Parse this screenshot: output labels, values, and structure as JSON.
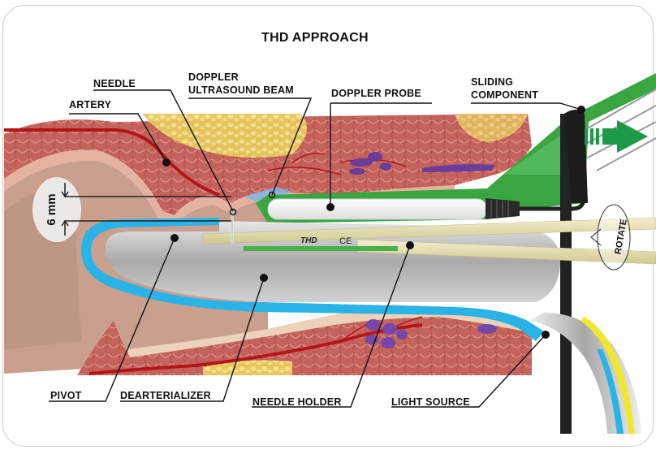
{
  "title": "THD APPROACH",
  "labels": {
    "needle": "NEEDLE",
    "artery": "ARTERY",
    "doppler_beam_line1": "DOPPLER",
    "doppler_beam_line2": "ULTRASOUND BEAM",
    "doppler_probe": "DOPPLER PROBE",
    "sliding_line1": "SLIDING",
    "sliding_line2": "COMPONENT",
    "pivot": "PIVOT",
    "dearterializer": "DEARTERIALIZER",
    "needle_holder": "NEEDLE HOLDER",
    "light_source": "LIGHT SOURCE"
  },
  "measurement": "6 mm",
  "rotate_text": "ROTATE",
  "brand_mark": "THD",
  "ce_mark": "CE",
  "colors": {
    "artery": "#b3151b",
    "tissue": "#c8685f",
    "fat": "#e8d060",
    "mucosa": "#c49a86",
    "veins": "#6a3d9a",
    "probe_green": "#3aa641",
    "light_blue": "#2ab3e6",
    "arrow_green": "#1d9a45",
    "device_grey": "#bdbdbd",
    "needle_holder": "#e2dcb0",
    "light_yellow": "#f0e830"
  }
}
